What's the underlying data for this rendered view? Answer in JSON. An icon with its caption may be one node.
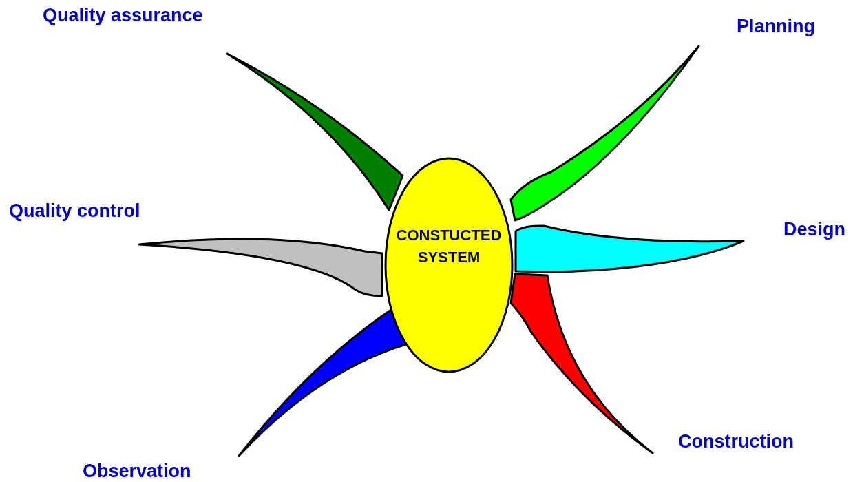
{
  "diagram": {
    "nodes": [
      {
        "text": [
          "CONSTUCTED SYSTEM"
        ]
      },
      {
        "text": [],
        "shape": "leaf",
        "beside": [
          "Quality assurance"
        ]
      },
      {
        "text": [],
        "shape": "leaf",
        "beside": [
          "Planning"
        ]
      },
      {
        "text": [],
        "shape": "leaf",
        "beside": [
          "Quality control"
        ]
      },
      {
        "text": [],
        "shape": "leaf",
        "beside": [
          "Design"
        ]
      },
      {
        "text": [],
        "shape": "leaf",
        "beside": [
          "Observation"
        ]
      },
      {
        "text": [],
        "shape": "leaf",
        "beside": [
          "Construction"
        ]
      }
    ]
  }
}
